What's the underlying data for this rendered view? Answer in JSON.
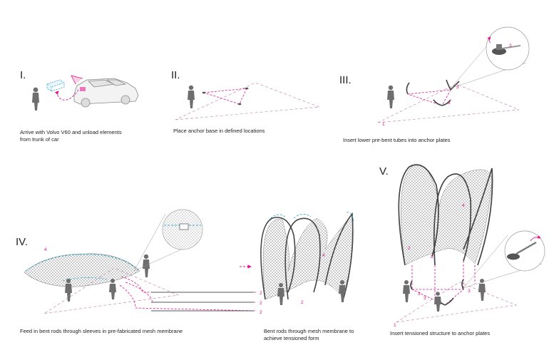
{
  "steps": [
    {
      "numeral": "I.",
      "caption_lines": [
        "Arrive with Volvo V60 and unload elements",
        "from trunk of car"
      ]
    },
    {
      "numeral": "II.",
      "caption_lines": [
        "Place anchor base in defined locations"
      ]
    },
    {
      "numeral": "III.",
      "caption_lines": [
        "Insert lower pre-bent tubes into anchor plates"
      ]
    },
    {
      "numeral": "IV.",
      "caption_lines": [
        "Feed in bent rods through sleeves in pre-fabricated mesh membrane"
      ]
    },
    {
      "numeral": "",
      "caption_lines": [
        "Bent rods through mesh membrane to",
        "achieve tensioned form"
      ]
    },
    {
      "numeral": "V.",
      "caption_lines": [
        "Insert tensioned structure to anchor plates"
      ]
    }
  ],
  "labels": {
    "one": "1",
    "two": "2",
    "three": "3",
    "four": "4"
  },
  "colors": {
    "accent": "#e0138c",
    "guide": "#2aa8d8",
    "rod": "#444444",
    "mesh": "#555555",
    "figure": "#6e6e6e"
  }
}
